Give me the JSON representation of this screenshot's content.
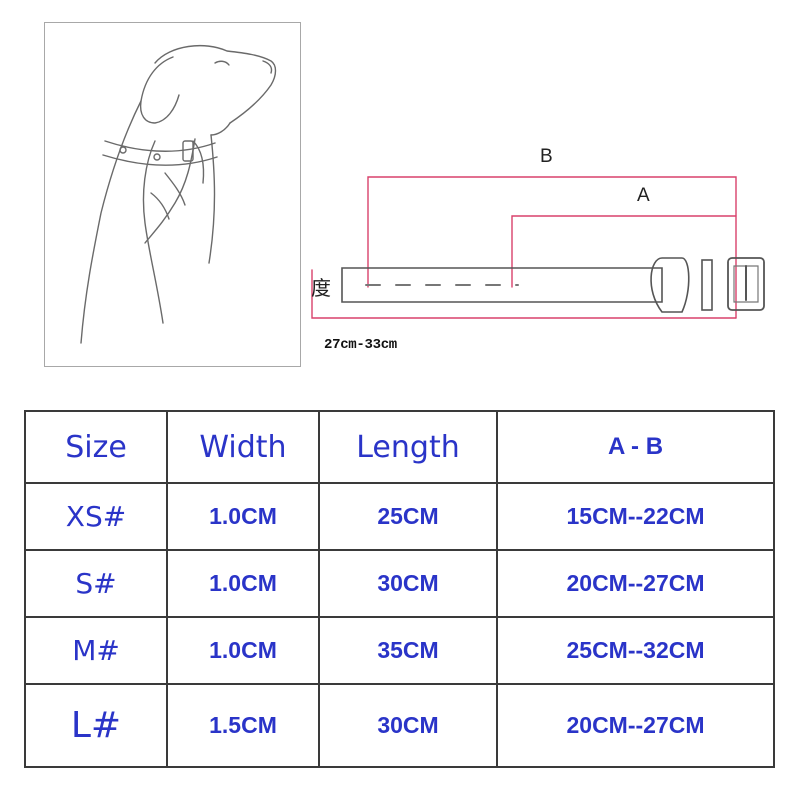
{
  "diagram": {
    "label_b": "B",
    "label_a": "A",
    "range_label": "27cm-33cm",
    "strap_char": "度",
    "colors": {
      "measure_line": "#d9416b",
      "outline": "#555555"
    }
  },
  "table": {
    "headers": [
      "Size",
      "Width",
      "Length",
      "A - B"
    ],
    "rows": [
      {
        "size": "XS#",
        "width": "1.0CM",
        "length": "25CM",
        "range": "15CM--22CM"
      },
      {
        "size": "S#",
        "width": "1.0CM",
        "length": "30CM",
        "range": "20CM--27CM"
      },
      {
        "size": "M#",
        "width": "1.0CM",
        "length": "35CM",
        "range": "25CM--32CM"
      },
      {
        "size": "L#",
        "width": "1.5CM",
        "length": "30CM",
        "range": "20CM--27CM"
      }
    ],
    "colors": {
      "text": "#2a34c8",
      "border": "#3a3a3a"
    }
  }
}
